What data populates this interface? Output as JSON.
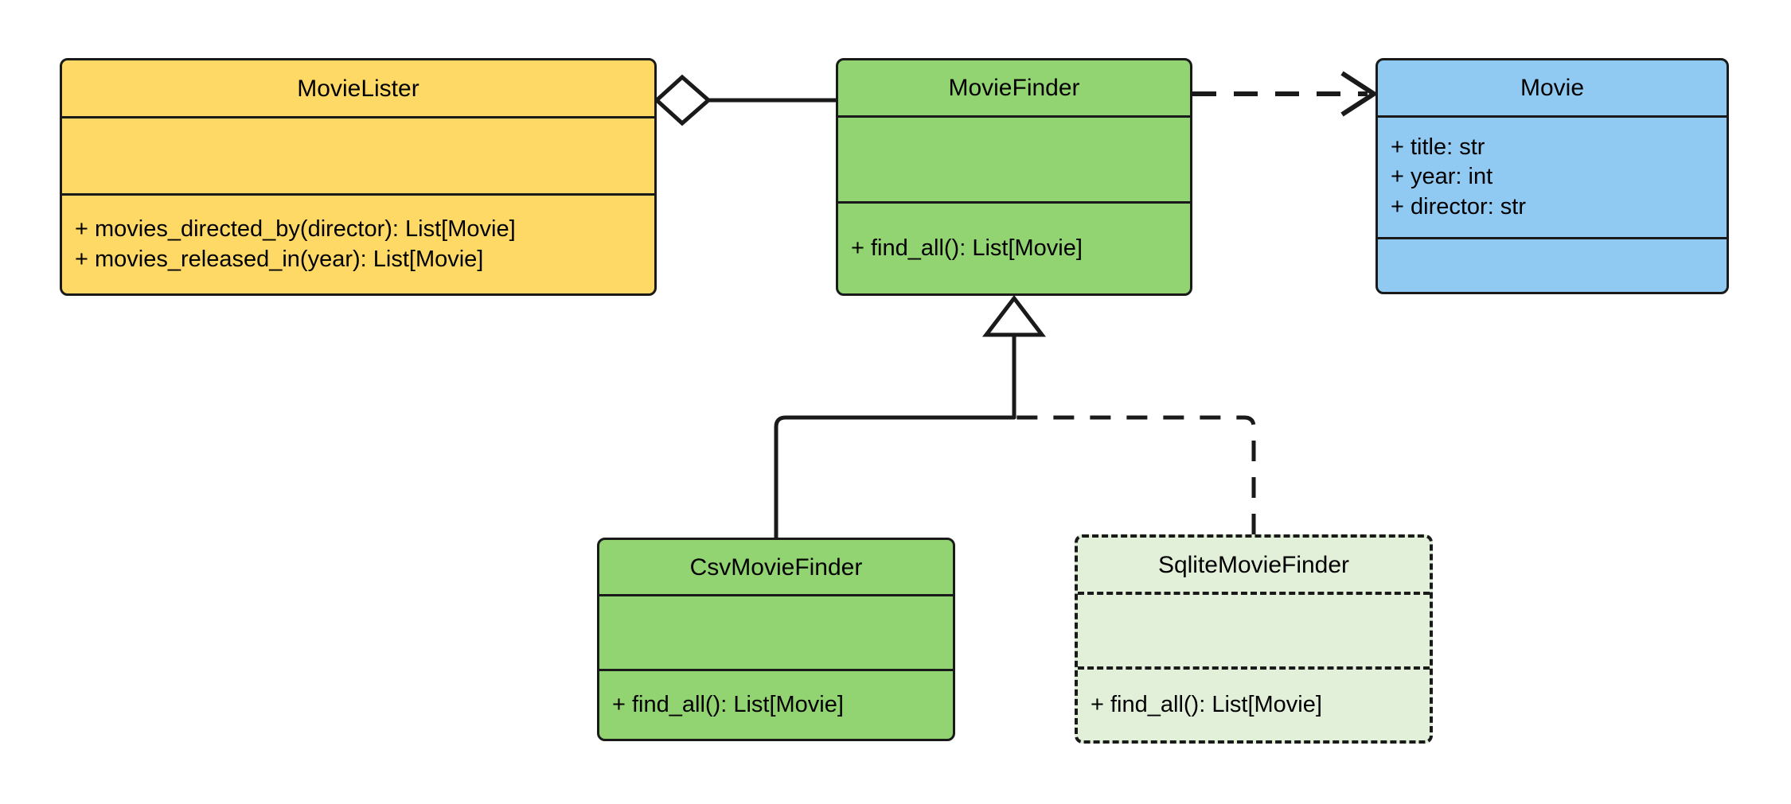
{
  "diagram": {
    "title": "Movie Lister UML class diagram",
    "type": "uml-class-diagram",
    "background": "#ffffff",
    "line_color": "#1a1a1a"
  },
  "classes": [
    {
      "id": "movielister",
      "name": "MovieLister",
      "fill": "#ffd966",
      "border_style": "solid",
      "attributes": [],
      "methods": [
        "+ movies_directed_by(director): List[Movie]",
        "+ movies_released_in(year): List[Movie]"
      ]
    },
    {
      "id": "moviefinder",
      "name": "MovieFinder",
      "fill": "#93d472",
      "border_style": "solid",
      "attributes": [],
      "methods": [
        "+ find_all(): List[Movie]"
      ]
    },
    {
      "id": "movie",
      "name": "Movie",
      "fill": "#90caf2",
      "border_style": "solid",
      "attributes": [
        "+ title: str",
        "+ year: int",
        "+ director: str"
      ],
      "methods": []
    },
    {
      "id": "csvmoviefinder",
      "name": "CsvMovieFinder",
      "fill": "#93d472",
      "border_style": "solid",
      "attributes": [],
      "methods": [
        "+ find_all(): List[Movie]"
      ]
    },
    {
      "id": "sqlitemoviefinder",
      "name": "SqliteMovieFinder",
      "fill": "#e2f0d9",
      "border_style": "dashed",
      "attributes": [],
      "methods": [
        "+ find_all(): List[Movie]"
      ]
    }
  ],
  "relationships": [
    {
      "id": "aggregation-movielister-moviefinder",
      "kind": "aggregation",
      "from": "MovieLister",
      "to": "MovieFinder",
      "line_style": "solid",
      "source_marker": "hollow-diamond",
      "target_marker": "none"
    },
    {
      "id": "dependency-moviefinder-movie",
      "kind": "dependency",
      "from": "MovieFinder",
      "to": "Movie",
      "line_style": "dashed",
      "source_marker": "none",
      "target_marker": "open-arrow"
    },
    {
      "id": "inheritance-csvmoviefinder-moviefinder",
      "kind": "generalization",
      "from": "CsvMovieFinder",
      "to": "MovieFinder",
      "line_style": "solid",
      "source_marker": "none",
      "target_marker": "hollow-triangle"
    },
    {
      "id": "inheritance-sqlitemoviefinder-moviefinder",
      "kind": "generalization",
      "from": "SqliteMovieFinder",
      "to": "MovieFinder",
      "line_style": "dashed",
      "source_marker": "none",
      "target_marker": "hollow-triangle"
    }
  ]
}
